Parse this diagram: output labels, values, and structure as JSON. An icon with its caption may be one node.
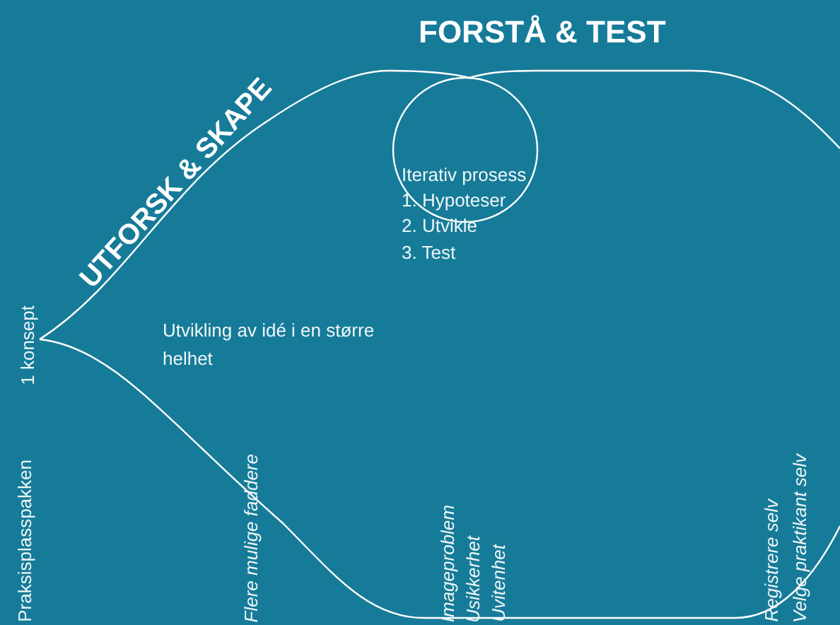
{
  "diagram": {
    "labels": [
      "FORSTÅ & TEST",
      "UTFORSK & SKAPE",
      "Iterativ prosess",
      "1. Hypoteser",
      "2. Utvikle",
      "3. Test",
      "1 konsept",
      "Utvikling av idé i en større helhet",
      "Praksisplasspakken",
      "Flere mulige faddere",
      "Imageproblem",
      "Usikkerhet",
      "Uvitenhet",
      "Registrere selv",
      "Velge praktikant selv"
    ]
  }
}
